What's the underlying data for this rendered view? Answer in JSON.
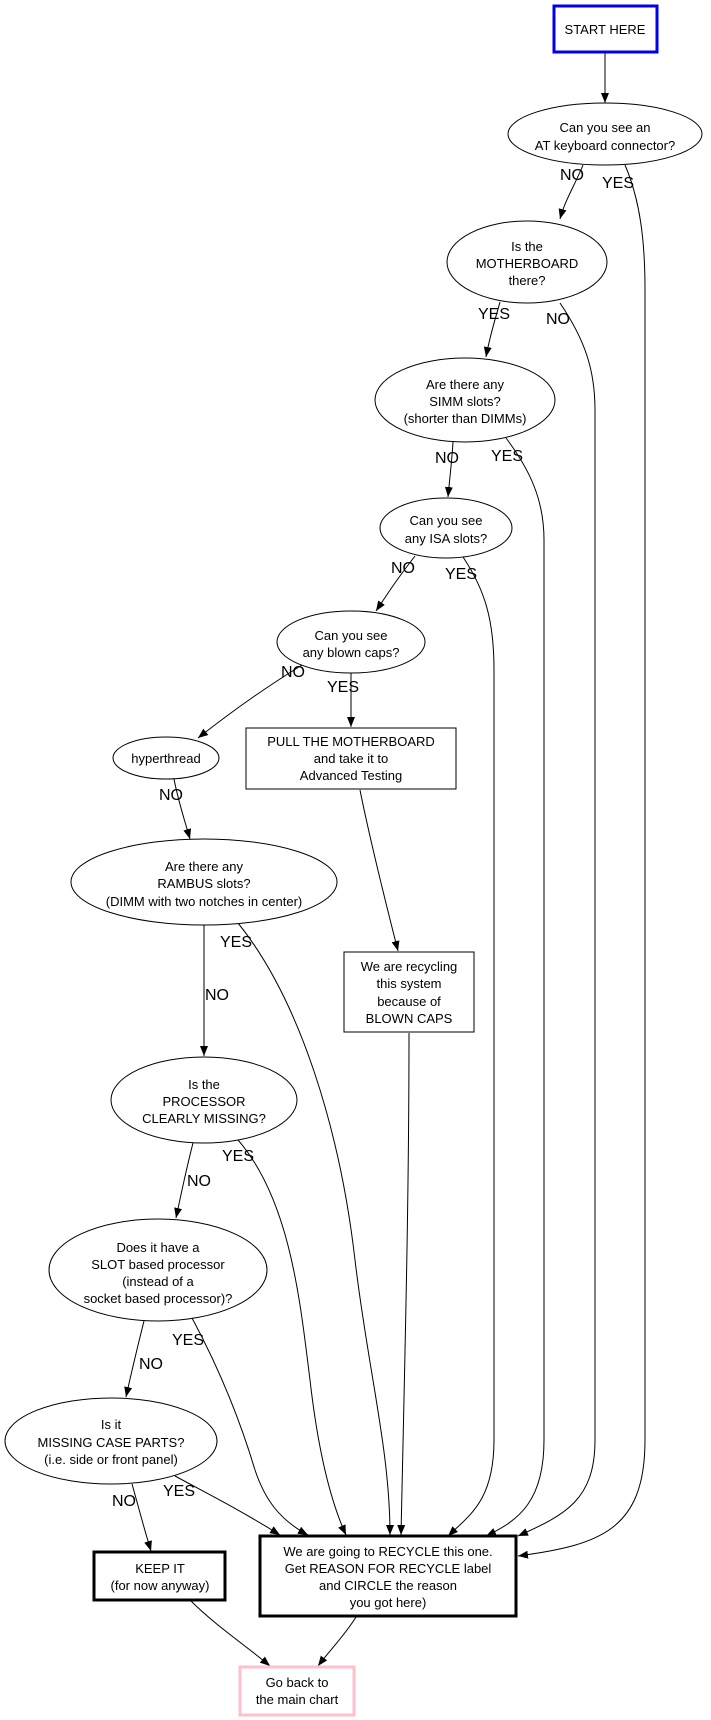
{
  "nodes": {
    "start": {
      "lines": [
        "START HERE"
      ],
      "color": "#0000ee"
    },
    "q_at_keyboard": {
      "lines": [
        "Can you see an",
        "AT keyboard connector?"
      ]
    },
    "q_motherboard": {
      "lines": [
        "Is the",
        "MOTHERBOARD",
        "there?"
      ]
    },
    "q_simm": {
      "lines": [
        "Are there any",
        "SIMM slots?",
        "(shorter than DIMMs)"
      ]
    },
    "q_isa": {
      "lines": [
        "Can you see",
        "any ISA slots?"
      ]
    },
    "q_blown_caps": {
      "lines": [
        "Can you see",
        "any blown caps?"
      ]
    },
    "hyperthread": {
      "lines": [
        "hyperthread"
      ]
    },
    "pull_motherboard": {
      "lines": [
        "PULL THE MOTHERBOARD",
        "and take it to",
        "Advanced Testing"
      ]
    },
    "q_rambus": {
      "lines": [
        "Are there any",
        "RAMBUS slots?",
        "(DIMM with two notches in center)"
      ]
    },
    "recycling_blown_caps": {
      "lines": [
        "We are recycling",
        "this system",
        "because of",
        "BLOWN CAPS"
      ]
    },
    "q_processor": {
      "lines": [
        "Is the",
        "PROCESSOR",
        "CLEARLY MISSING?"
      ]
    },
    "q_slot": {
      "lines": [
        "Does it have a",
        "SLOT based processor",
        "(instead of a",
        "socket based processor)?"
      ]
    },
    "q_case_parts": {
      "lines": [
        "Is it",
        "MISSING CASE PARTS?",
        "(i.e. side or front panel)"
      ]
    },
    "keep_it": {
      "lines": [
        "KEEP IT",
        "(for now anyway)"
      ]
    },
    "recycle": {
      "lines": [
        "We are going to RECYCLE this one.",
        "Get REASON FOR RECYCLE label",
        "and CIRCLE the reason",
        "you got here)"
      ]
    },
    "go_back": {
      "lines": [
        "Go back to",
        "the main chart"
      ],
      "color": "#ffc0cb"
    }
  },
  "edge_labels": {
    "at_no": "NO",
    "at_yes": "YES",
    "mb_yes": "YES",
    "mb_no": "NO",
    "simm_no": "NO",
    "simm_yes": "YES",
    "isa_no": "NO",
    "isa_yes": "YES",
    "caps_no": "NO",
    "caps_yes": "YES",
    "hyper_no": "NO",
    "rambus_yes": "YES",
    "rambus_no": "NO",
    "proc_yes": "YES",
    "proc_no": "NO",
    "slot_yes": "YES",
    "slot_no": "NO",
    "case_no": "NO",
    "case_yes": "YES"
  },
  "edges": [
    {
      "from": "start",
      "to": "q_at_keyboard",
      "label": ""
    },
    {
      "from": "q_at_keyboard",
      "to": "q_motherboard",
      "label": "NO"
    },
    {
      "from": "q_at_keyboard",
      "to": "recycle",
      "label": "YES"
    },
    {
      "from": "q_motherboard",
      "to": "q_simm",
      "label": "YES"
    },
    {
      "from": "q_motherboard",
      "to": "recycle",
      "label": "NO"
    },
    {
      "from": "q_simm",
      "to": "q_isa",
      "label": "NO"
    },
    {
      "from": "q_simm",
      "to": "recycle",
      "label": "YES"
    },
    {
      "from": "q_isa",
      "to": "q_blown_caps",
      "label": "NO"
    },
    {
      "from": "q_isa",
      "to": "recycle",
      "label": "YES"
    },
    {
      "from": "q_blown_caps",
      "to": "hyperthread",
      "label": "NO"
    },
    {
      "from": "q_blown_caps",
      "to": "pull_motherboard",
      "label": "YES"
    },
    {
      "from": "pull_motherboard",
      "to": "recycling_blown_caps",
      "label": ""
    },
    {
      "from": "recycling_blown_caps",
      "to": "recycle",
      "label": ""
    },
    {
      "from": "hyperthread",
      "to": "q_rambus",
      "label": "NO"
    },
    {
      "from": "q_rambus",
      "to": "q_processor",
      "label": "NO"
    },
    {
      "from": "q_rambus",
      "to": "recycle",
      "label": "YES"
    },
    {
      "from": "q_processor",
      "to": "q_slot",
      "label": "NO"
    },
    {
      "from": "q_processor",
      "to": "recycle",
      "label": "YES"
    },
    {
      "from": "q_slot",
      "to": "q_case_parts",
      "label": "NO"
    },
    {
      "from": "q_slot",
      "to": "recycle",
      "label": "YES"
    },
    {
      "from": "q_case_parts",
      "to": "keep_it",
      "label": "NO"
    },
    {
      "from": "q_case_parts",
      "to": "recycle",
      "label": "YES"
    },
    {
      "from": "keep_it",
      "to": "go_back",
      "label": ""
    },
    {
      "from": "recycle",
      "to": "go_back",
      "label": ""
    }
  ]
}
